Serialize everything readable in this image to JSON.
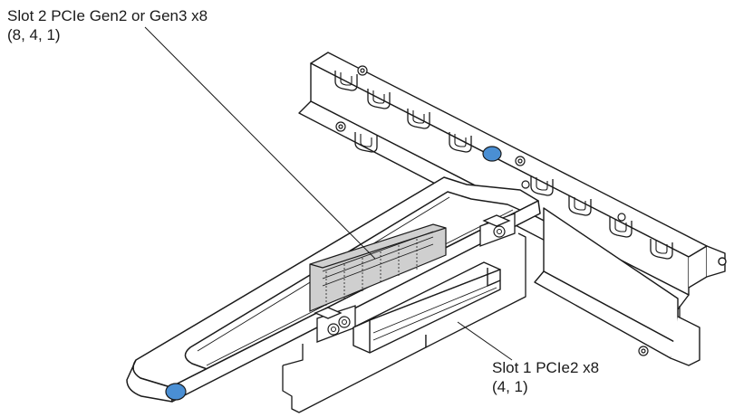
{
  "callouts": {
    "slot2": {
      "line1": "Slot 2 PCIe Gen2 or Gen3 x8",
      "line2": "(8, 4, 1)"
    },
    "slot1": {
      "line1": "Slot 1 PCIe2 x8",
      "line2": "(4, 1)"
    }
  },
  "colors": {
    "line": "#1a1a1a",
    "highlight_slot": "#cfcfcf",
    "marker_blue": "#4a8fd4"
  }
}
